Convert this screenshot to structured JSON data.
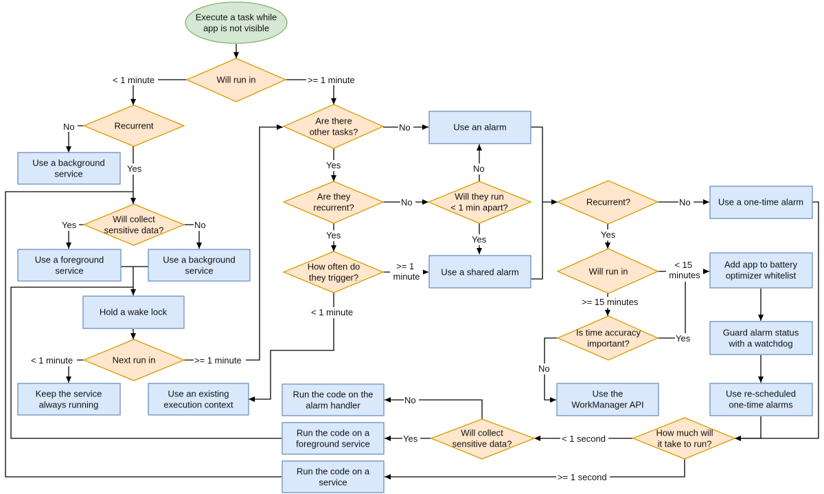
{
  "nodes": {
    "start": "Execute a task while\napp is not visible",
    "will_run_in": "Will run in",
    "recurrent_short": "Recurrent",
    "use_background_service_1": "Use a background\nservice",
    "will_collect_1": "Will collect\nsensitive data?",
    "use_foreground_service": "Use a foreground\nservice",
    "use_background_service_2": "Use a background\nservice",
    "hold_wake_lock": "Hold a wake lock",
    "next_run_in": "Next run in",
    "keep_service_running": "Keep the service\nalways running",
    "use_existing_context": "Use an existing\nexecution context",
    "other_tasks": "Are there\nother tasks?",
    "use_alarm": "Use an alarm",
    "are_they_recurrent": "Are they\nrecurrent?",
    "one_min_apart": "Will they run\n< 1 min apart?",
    "how_often": "How often do\nthey trigger?",
    "use_shared_alarm": "Use a shared alarm",
    "recurrent_q": "Recurrent?",
    "use_one_time_alarm": "Use a one-time alarm",
    "will_run_in_2": "Will run in",
    "add_battery_whitelist": "Add app to battery\noptimizer whitelist",
    "time_accuracy": "Is time accuracy\nimportant?",
    "guard_watchdog": "Guard alarm status\nwith a watchdog",
    "workmanager": "Use the\nWorkManager API",
    "rescheduled": "Use re-scheduled\none-time alarms",
    "how_much": "How much will\nit take to run?",
    "will_collect_2": "Will collect\nsensitive data?",
    "run_alarm_handler": "Run the code on the\nalarm handler",
    "run_foreground": "Run the code on a\nforeground service",
    "run_service": "Run the code on a\nservice"
  },
  "edge_labels": {
    "lt1min_a": "< 1 minute",
    "ge1min_a": ">= 1 minute",
    "no_a": "No",
    "yes_a": "Yes",
    "yes_b": "Yes",
    "no_b": "No",
    "lt1min_b": "< 1 minute",
    "ge1min_b": ">= 1 minute",
    "no_c": "No",
    "yes_c": "Yes",
    "no_d": "No",
    "no_e": "No",
    "yes_e": "Yes",
    "yes_f": "Yes",
    "ge1min_c": ">= 1\nminute",
    "lt1min_c": "< 1 minute",
    "no_g": "No",
    "yes_g": "Yes",
    "lt15": "< 15\nminutes",
    "ge15": ">= 15 minutes",
    "yes_h": "Yes",
    "no_h": "No",
    "lt1sec": "< 1 second",
    "ge1sec": ">= 1 second",
    "no_i": "No",
    "yes_i": "Yes"
  },
  "colors": {
    "process_fill": "#dae8fc",
    "process_stroke": "#6c8ebf",
    "decision_fill": "#ffe6cc",
    "decision_stroke": "#d79b00",
    "start_fill": "#d5e8d4",
    "start_stroke": "#82b366"
  }
}
